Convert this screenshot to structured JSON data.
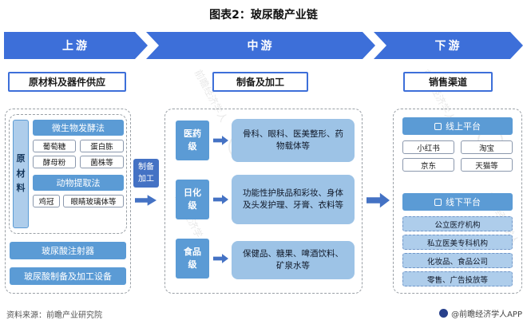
{
  "title": "图表2：玻尿酸产业链",
  "stages": {
    "up": {
      "label": "上游",
      "header": "原材料及器件供应"
    },
    "mid": {
      "label": "中游",
      "header": "制备及加工"
    },
    "down": {
      "label": "下游",
      "header": "销售渠道"
    }
  },
  "upstream": {
    "side_label": "原材料",
    "groups": [
      {
        "name": "微生物发酵法",
        "items": [
          "葡萄糖",
          "蛋白胨",
          "酵母粉",
          "菌株等"
        ]
      },
      {
        "name": "动物提取法",
        "items": [
          "鸡冠",
          "眼睛玻璃体等"
        ]
      }
    ],
    "devices": [
      "玻尿酸注射器",
      "玻尿酸制备及加工设备"
    ]
  },
  "connector": {
    "label": "制备加工"
  },
  "midstream": {
    "rows": [
      {
        "grade": "医药级",
        "products": "骨科、眼科、医美整形、药物载体等"
      },
      {
        "grade": "日化级",
        "products": "功能性护肤品和彩妆、身体及头发护理、牙膏、衣料等"
      },
      {
        "grade": "食品级",
        "products": "保健品、糖果、啤酒饮料、矿泉水等"
      }
    ]
  },
  "downstream": {
    "online": {
      "name": "线上平台",
      "items": [
        "小红书",
        "淘宝",
        "京东",
        "天猫等"
      ]
    },
    "offline": {
      "name": "线下平台",
      "channels": [
        "公立医疗机构",
        "私立医美专科机构",
        "化妆品、食品公司",
        "零售、广告投放等"
      ]
    }
  },
  "footer": {
    "source": "资料来源：前瞻产业研究院",
    "credit": "@前瞻经济学人APP"
  },
  "watermark": {
    "text": "前瞻经济学人"
  },
  "colors": {
    "banner_blue": "#3d6fd9",
    "button_blue": "#5b9bd5",
    "product_blue": "#9dc3e6",
    "channel_blue": "#aecdeb",
    "arrow_blue": "#4472c4"
  }
}
